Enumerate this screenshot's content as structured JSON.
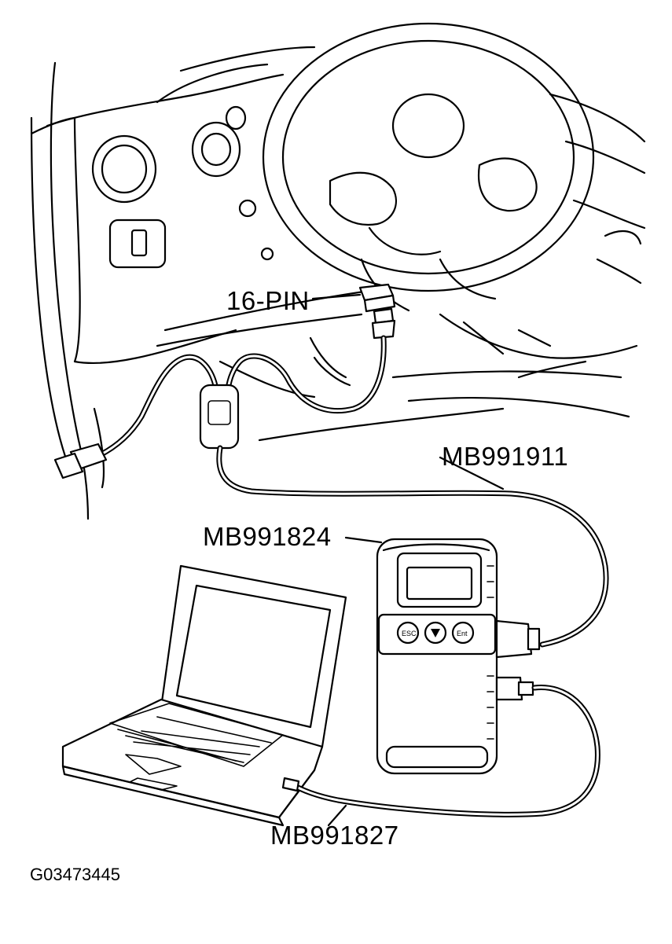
{
  "labels": {
    "connector_16pin": "16-PIN",
    "cable_mb991911": "MB991911",
    "unit_mb991824": "MB991824",
    "cable_mb991827": "MB991827",
    "figure_id": "G03473445"
  },
  "colors": {
    "ink": "#000000",
    "paper": "#ffffff"
  }
}
